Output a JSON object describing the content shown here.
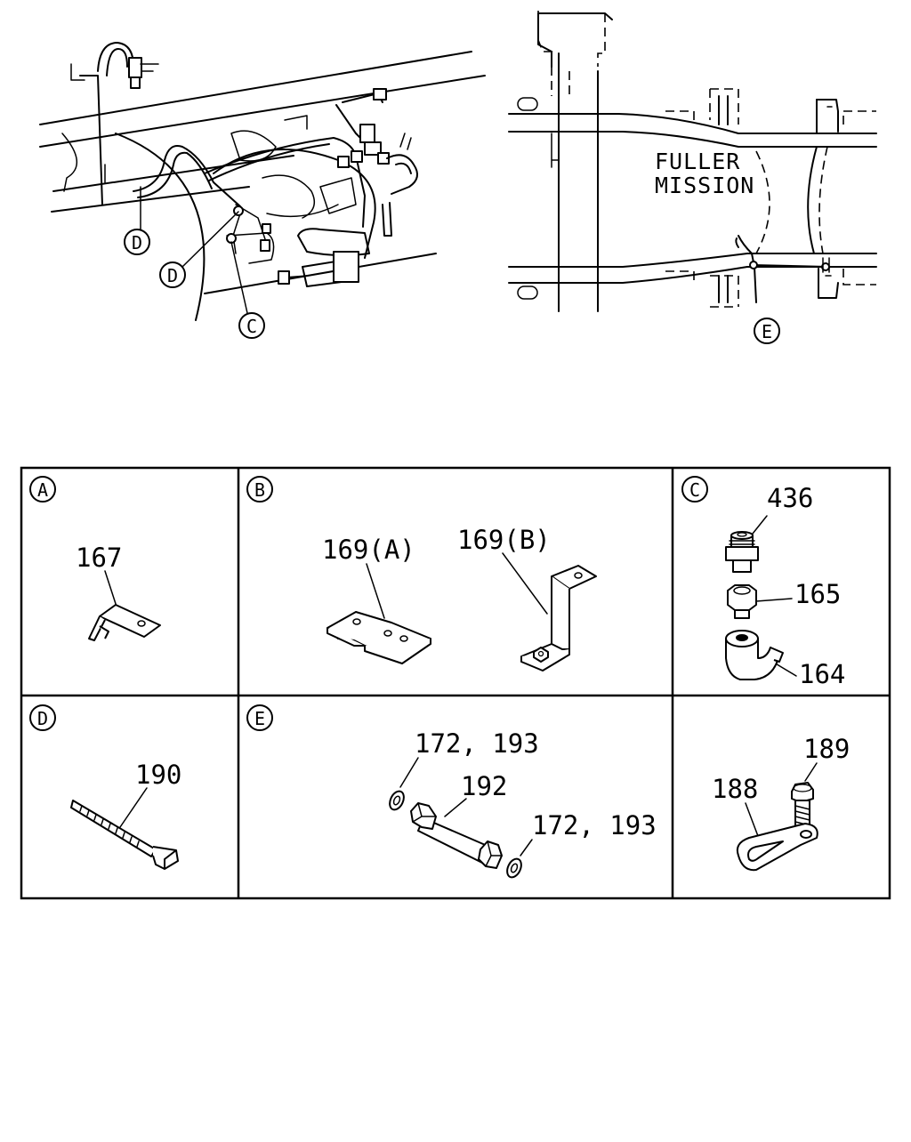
{
  "top_left_callouts": {
    "d1": "D",
    "d2": "D",
    "c": "C"
  },
  "top_right": {
    "line1": "FULLER",
    "line2": "MISSION",
    "callout_e": "E"
  },
  "cells": {
    "a": {
      "letter": "A",
      "part": "167"
    },
    "b": {
      "letter": "B",
      "part_a": "169(A)",
      "part_b": "169(B)"
    },
    "c": {
      "letter": "C",
      "p436": "436",
      "p165": "165",
      "p164": "164"
    },
    "d": {
      "letter": "D",
      "p190": "190"
    },
    "e": {
      "letter": "E",
      "p172a": "172, 193",
      "p192": "192",
      "p172b": "172, 193"
    },
    "f": {
      "p188": "188",
      "p189": "189"
    }
  }
}
